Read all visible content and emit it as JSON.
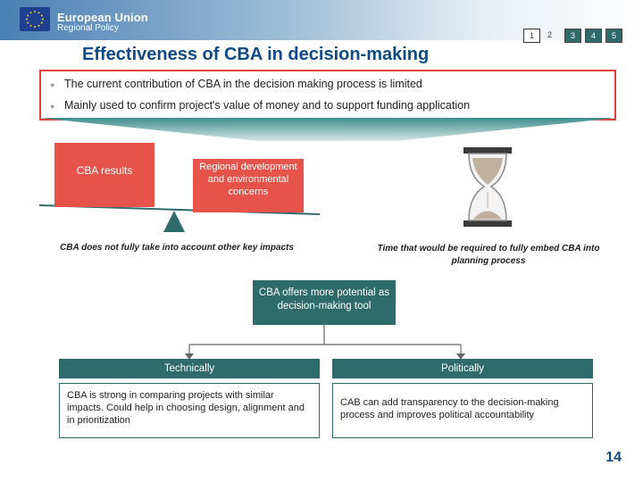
{
  "header": {
    "org_name": "European Union",
    "org_sub": "Regional Policy",
    "title": "Effectiveness of CBA in decision-making",
    "nav": [
      "1",
      "2",
      "3",
      "4",
      "5"
    ]
  },
  "banner": {
    "bullets": [
      "The current contribution of CBA in the decision making process is limited",
      "Mainly used to confirm project's value of money and to support funding application"
    ]
  },
  "left_panel": {
    "box_results": "CBA results",
    "box_concerns": "Regional development and environmental concerns",
    "caption": "CBA does not fully take into account other key impacts"
  },
  "right_panel": {
    "caption": "Time that would be required to fully embed CBA into planning process"
  },
  "center": {
    "potential": "CBA offers more potential as decision-making tool"
  },
  "columns": [
    {
      "header": "Technically",
      "body": "CBA is strong in comparing projects with similar impacts. Could help in choosing design, alignment and in prioritization"
    },
    {
      "header": "Politically",
      "body": "CAB can add transparency to the decision-making process and improves political accountability"
    }
  ],
  "footer": {
    "page_number": "14"
  },
  "colors": {
    "accent_red": "#e5534a",
    "teal": "#2f6b6b",
    "navy": "#0e4a86"
  }
}
